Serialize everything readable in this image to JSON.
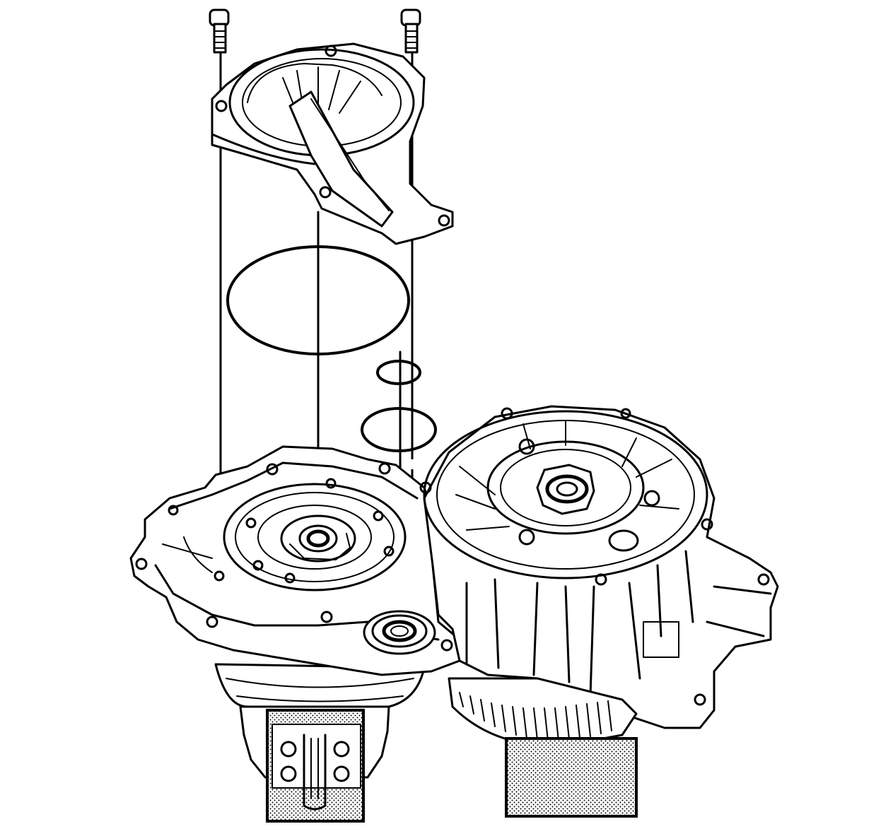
{
  "figure": {
    "kind": "exploded-assembly-line-drawing",
    "colors": {
      "line": "#000000",
      "background": "#ffffff"
    },
    "parts": [
      {
        "name": "bolt-left",
        "icon": "bolt-icon"
      },
      {
        "name": "bolt-right",
        "icon": "bolt-icon"
      },
      {
        "name": "cover-plate",
        "icon": "cover-plate-icon"
      },
      {
        "name": "large-o-ring-seal",
        "icon": "o-ring-icon"
      },
      {
        "name": "small-o-ring-upper",
        "icon": "o-ring-icon"
      },
      {
        "name": "small-o-ring-lower",
        "icon": "o-ring-icon"
      },
      {
        "name": "transmission-case-left",
        "icon": "housing-icon"
      },
      {
        "name": "transmission-case-right",
        "icon": "housing-icon"
      },
      {
        "name": "output-shaft-seal",
        "icon": "seal-icon"
      }
    ]
  }
}
